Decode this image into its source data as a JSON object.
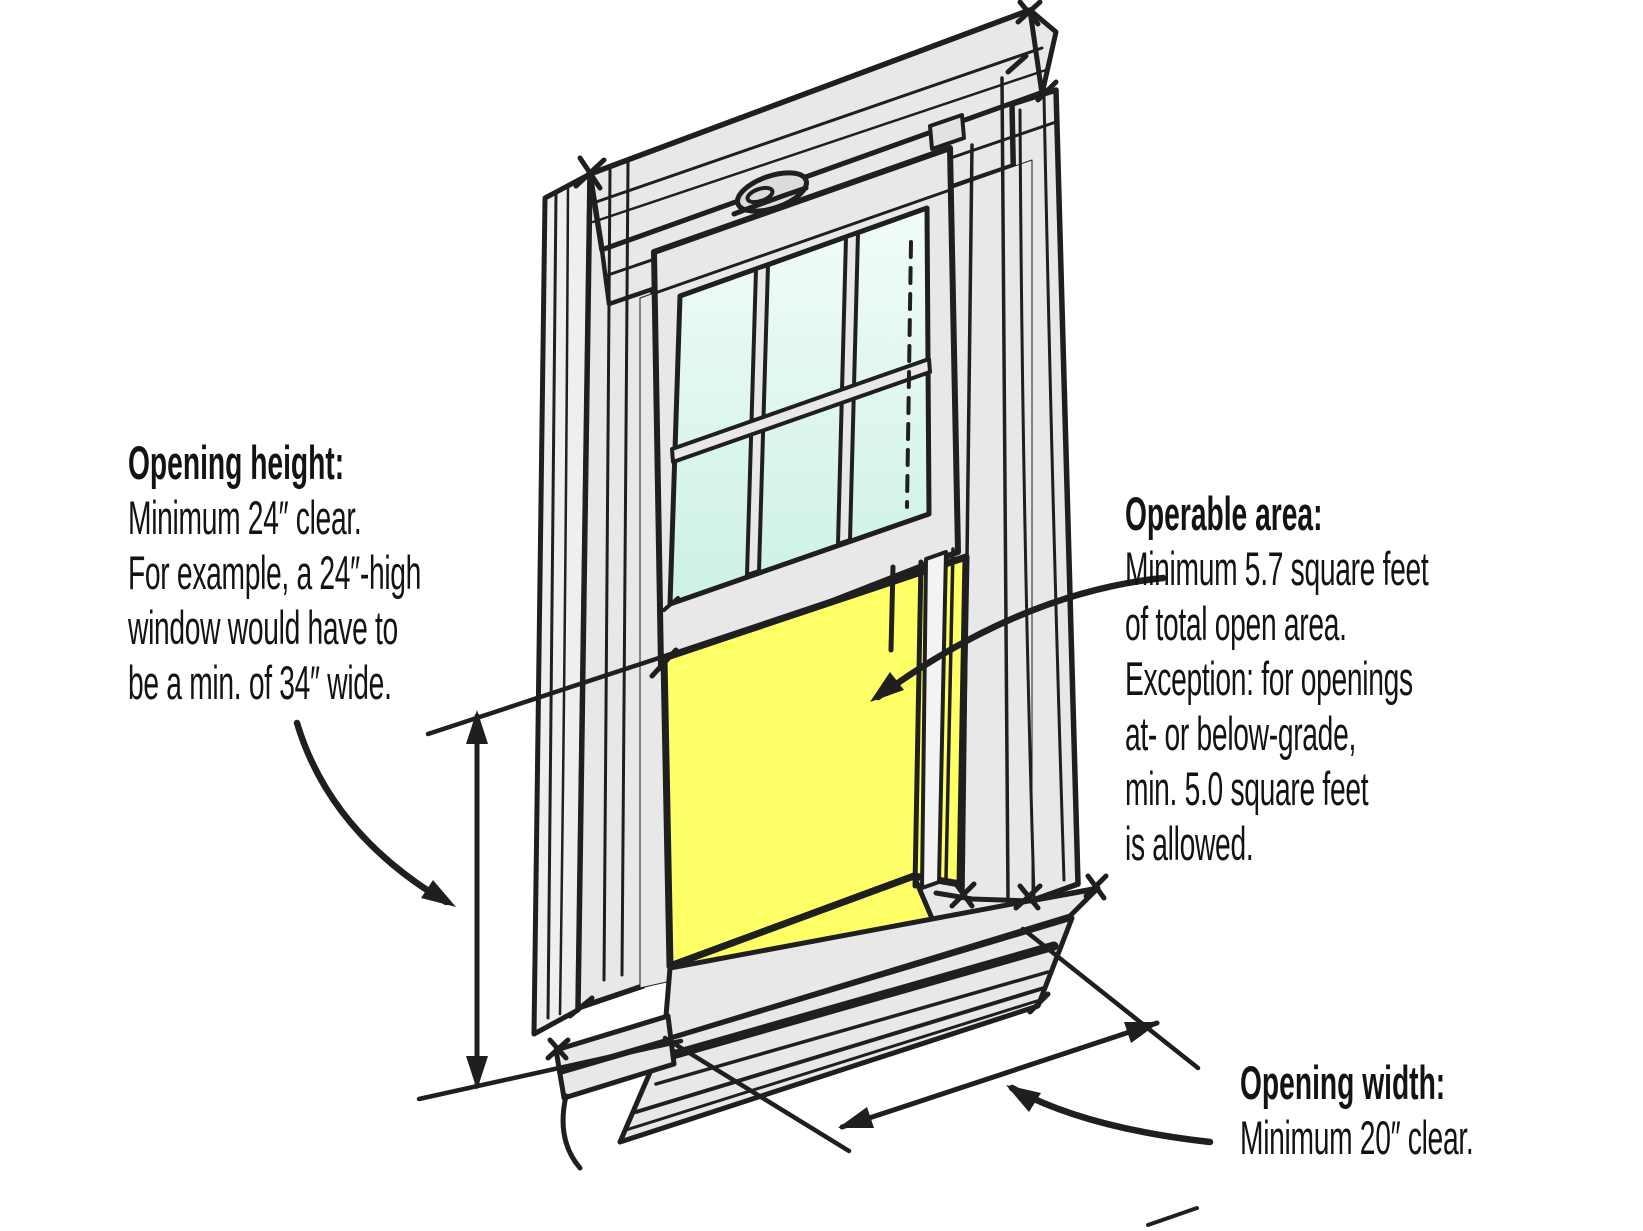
{
  "annotations": {
    "opening_height": {
      "title": "Opening height:",
      "lines": [
        "Minimum 24″ clear.",
        "For example, a 24″-high",
        "window would have to",
        "be a min. of 34″ wide."
      ]
    },
    "operable_area": {
      "title": "Operable area:",
      "lines": [
        "Minimum 5.7 square feet",
        "of total open area.",
        "Exception: for openings",
        "at- or below-grade,",
        "min. 5.0 square feet",
        "is allowed."
      ]
    },
    "opening_width": {
      "title": "Opening width:",
      "lines": [
        "Minimum 20″ clear."
      ]
    }
  },
  "colors": {
    "highlight_yellow": "#FFFF66",
    "glass_mint_top": "#F2FCF7",
    "glass_mint_bottom": "#CCF2E3",
    "frame_gray": "#E8E8E8",
    "frame_gray_light": "#EFEFEF",
    "ink_black": "#1F1F1F",
    "background": "#FFFFFF"
  }
}
